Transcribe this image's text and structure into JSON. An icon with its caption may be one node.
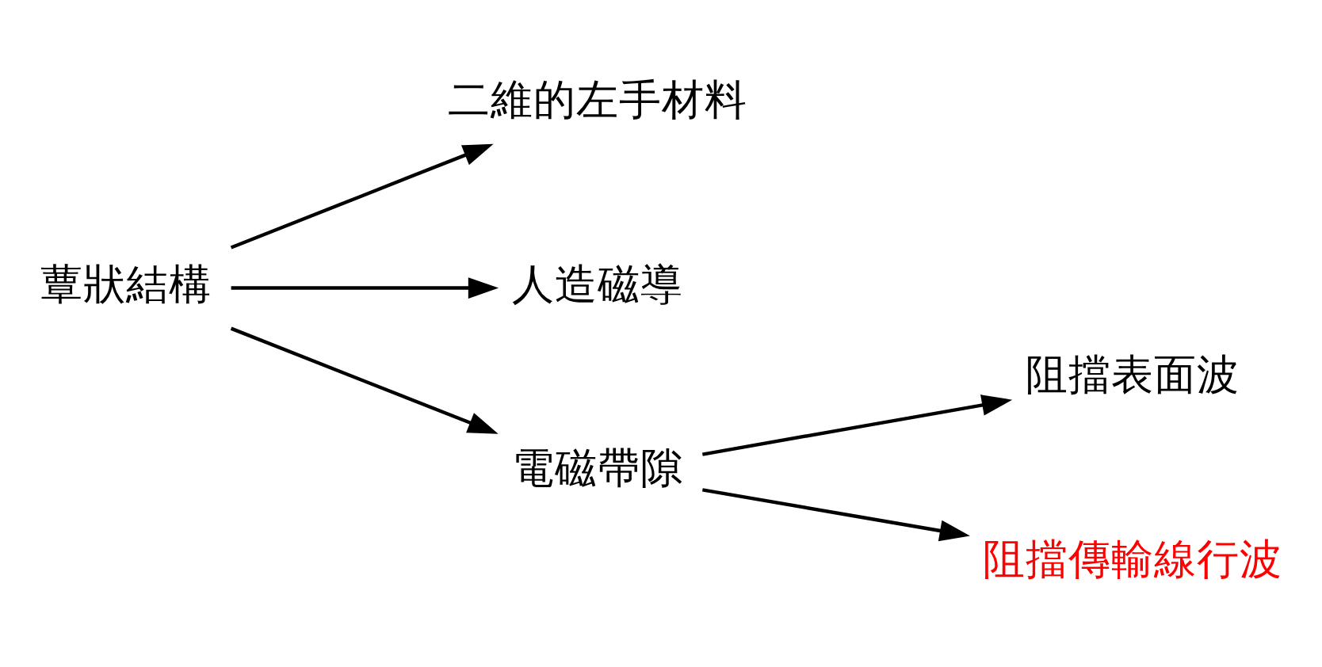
{
  "diagram": {
    "nodes": [
      {
        "text": [
          "蕈狀結構"
        ]
      },
      {
        "text": [
          "二維的左手材料"
        ]
      },
      {
        "text": [
          "人造磁導"
        ]
      },
      {
        "text": [
          "電磁帶隙"
        ]
      },
      {
        "text": [
          "阻擋表面波"
        ]
      },
      {
        "text": [
          "阻擋傳輸線行波"
        ]
      }
    ],
    "edges": [
      {
        "from": 0,
        "to": 1,
        "arrow": "to"
      },
      {
        "from": 0,
        "to": 2,
        "arrow": "to"
      },
      {
        "from": 0,
        "to": 3,
        "arrow": "to"
      },
      {
        "from": 3,
        "to": 4,
        "arrow": "to"
      },
      {
        "from": 3,
        "to": 5,
        "arrow": "to"
      }
    ]
  }
}
